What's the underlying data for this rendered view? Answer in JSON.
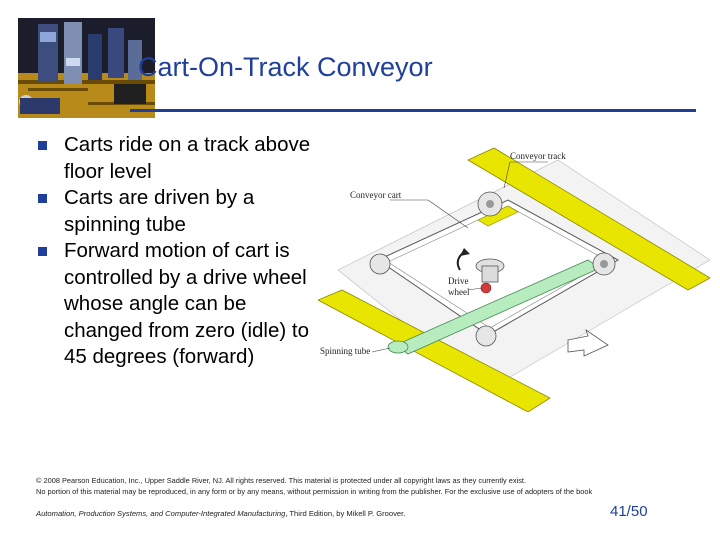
{
  "slide": {
    "title": "Cart-On-Track Conveyor",
    "bullets": [
      "Carts ride on a track above floor level",
      "Carts are driven by a spinning tube",
      "Forward motion of cart is controlled by a drive wheel whose angle can be changed from zero (idle) to 45 degrees (forward)"
    ]
  },
  "figure": {
    "labels": {
      "conveyor_track": "Conveyor track",
      "conveyor_cart": "Conveyor cart",
      "drive": "Drive",
      "wheel": "wheel",
      "spinning_tube": "Spinning tube"
    }
  },
  "footer": {
    "copyright_line1": "© 2008 Pearson Education, Inc., Upper Saddle River, NJ. All rights reserved. This material is protected under all copyright laws as they currently exist.",
    "copyright_line2": "No portion of this material may be reproduced, in any form or by any means, without permission in writing from the publisher. For the exclusive use of adopters of the book",
    "book_title": "Automation, Production Systems, and Computer-Integrated Manufacturing",
    "book_suffix": ", Third Edition, by Mikell P. Groover.",
    "page_number": "41/50"
  },
  "colors": {
    "accent": "#1f3f9a",
    "track_yellow": "#e8e600",
    "tube_green": "#b7ecbf"
  }
}
